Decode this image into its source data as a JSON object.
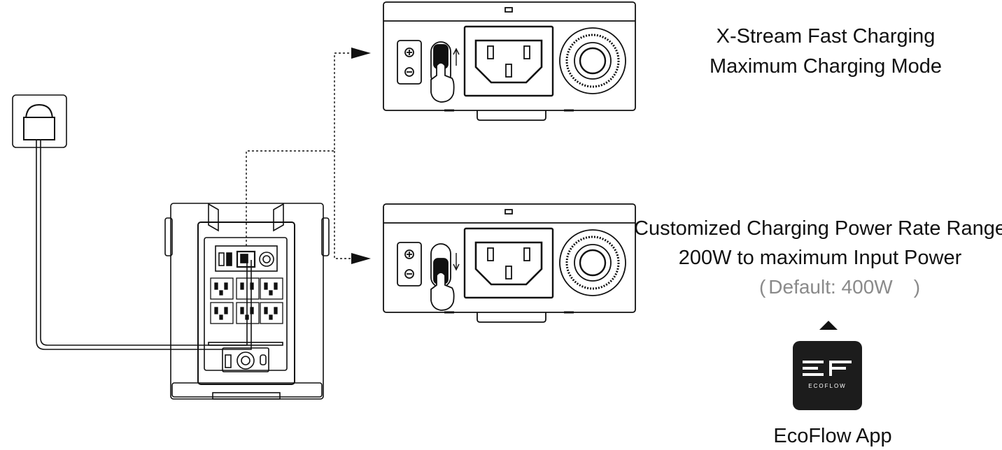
{
  "modes": {
    "fast": {
      "line1": "X-Stream Fast Charging",
      "line2": "Maximum Charging Mode"
    },
    "custom": {
      "line1": "Customized Charging Power Rate Range",
      "line2": "200W to maximum Input Power",
      "default_open": "(",
      "default_text": "Default: 400W",
      "default_close": ")"
    }
  },
  "app": {
    "label": "EcoFlow App",
    "logo_word": "ECOFLOW"
  },
  "colors": {
    "line": "#111111",
    "muted_text": "#8a8a8a",
    "app_tile": "#1c1c1c"
  }
}
